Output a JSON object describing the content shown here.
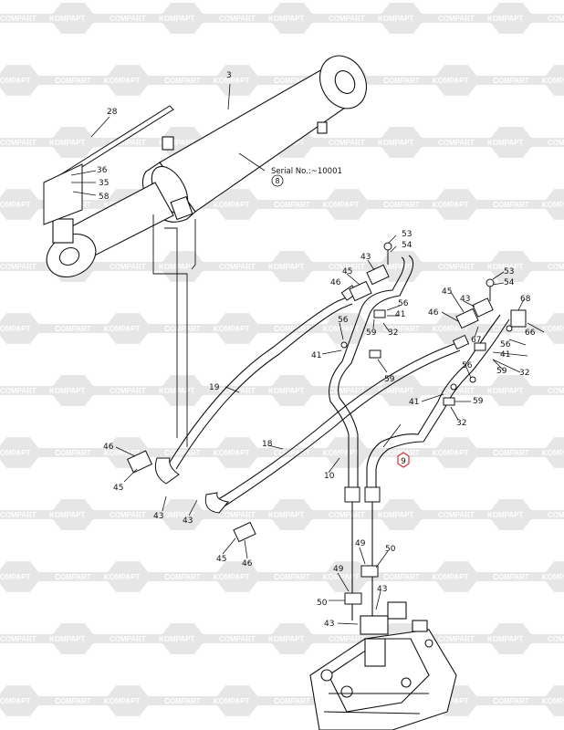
{
  "watermark": {
    "text_a": "KOMPAPT",
    "text_b": "COMPART",
    "color": "#e6e6e6"
  },
  "serial_note": "Serial No.:~10001",
  "serial_ref": "8",
  "highlight_callout": {
    "label": "9",
    "color": "#e03030"
  },
  "callouts": [
    {
      "id": "c3",
      "text": "3"
    },
    {
      "id": "c28",
      "text": "28"
    },
    {
      "id": "c36",
      "text": "36"
    },
    {
      "id": "c35",
      "text": "35"
    },
    {
      "id": "c58",
      "text": "58"
    },
    {
      "id": "c53a",
      "text": "53"
    },
    {
      "id": "c54a",
      "text": "54"
    },
    {
      "id": "c43a",
      "text": "43"
    },
    {
      "id": "c45a",
      "text": "45"
    },
    {
      "id": "c46a",
      "text": "46"
    },
    {
      "id": "c56a",
      "text": "56"
    },
    {
      "id": "c41a",
      "text": "41"
    },
    {
      "id": "c56b",
      "text": "56"
    },
    {
      "id": "c41b",
      "text": "41"
    },
    {
      "id": "c59a",
      "text": "59"
    },
    {
      "id": "c32a",
      "text": "32"
    },
    {
      "id": "c59b",
      "text": "59"
    },
    {
      "id": "c53b",
      "text": "53"
    },
    {
      "id": "c54b",
      "text": "54"
    },
    {
      "id": "c45b",
      "text": "45"
    },
    {
      "id": "c43b",
      "text": "43"
    },
    {
      "id": "c68",
      "text": "68"
    },
    {
      "id": "c46b",
      "text": "46"
    },
    {
      "id": "c67",
      "text": "67"
    },
    {
      "id": "c66",
      "text": "66"
    },
    {
      "id": "c56c",
      "text": "56"
    },
    {
      "id": "c41c",
      "text": "41"
    },
    {
      "id": "c59c",
      "text": "59"
    },
    {
      "id": "c32b",
      "text": "32"
    },
    {
      "id": "c56d",
      "text": "56"
    },
    {
      "id": "c41d",
      "text": "41"
    },
    {
      "id": "c59d",
      "text": "59"
    },
    {
      "id": "c32c",
      "text": "32"
    },
    {
      "id": "c19",
      "text": "19"
    },
    {
      "id": "c18",
      "text": "18"
    },
    {
      "id": "c10",
      "text": "10"
    },
    {
      "id": "c46c",
      "text": "46"
    },
    {
      "id": "c45c",
      "text": "45"
    },
    {
      "id": "c43c",
      "text": "43"
    },
    {
      "id": "c43d",
      "text": "43"
    },
    {
      "id": "c45d",
      "text": "45"
    },
    {
      "id": "c46d",
      "text": "46"
    },
    {
      "id": "c49a",
      "text": "49"
    },
    {
      "id": "c50a",
      "text": "50"
    },
    {
      "id": "c49b",
      "text": "49"
    },
    {
      "id": "c50b",
      "text": "50"
    },
    {
      "id": "c43e",
      "text": "43"
    },
    {
      "id": "c43f",
      "text": "43"
    }
  ]
}
